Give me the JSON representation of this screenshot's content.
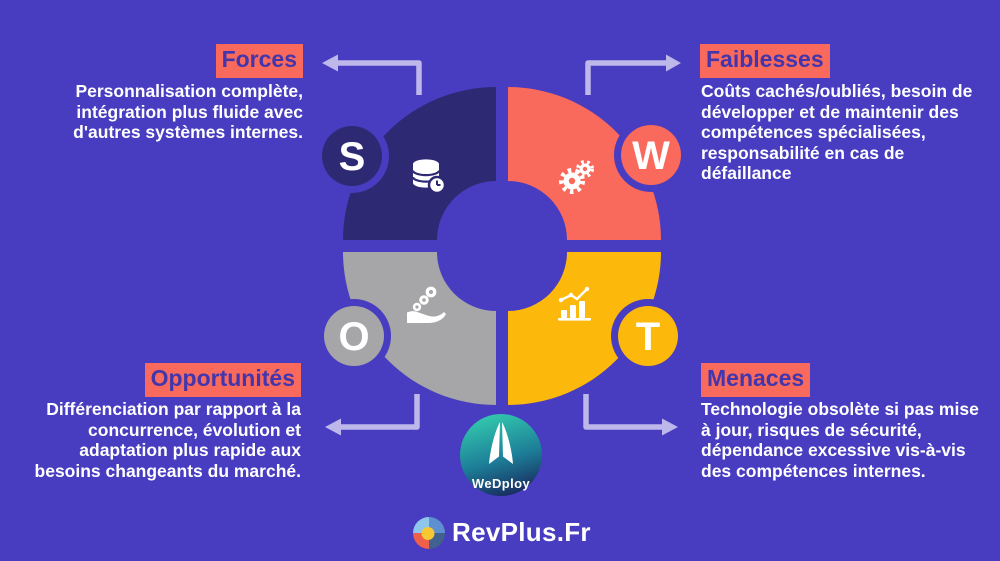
{
  "swot": {
    "s": "S",
    "w": "W",
    "o": "O",
    "t": "T"
  },
  "sections": {
    "forces": {
      "title": "Forces",
      "body": "Personnalisation complète,\nintégration plus fluide avec\nd'autres systèmes internes."
    },
    "faiblesses": {
      "title": "Faiblesses",
      "body": "Coûts cachés/oubliés, besoin de\ndévelopper et de maintenir des\ncompétences spécialisées,\nresponsabilité en cas de\ndéfaillance"
    },
    "opportunites": {
      "title": "Opportunités",
      "body": "Différenciation par rapport à la\nconcurrence, évolution et\nadaptation plus rapide aux\nbesoins changeants du marché."
    },
    "menaces": {
      "title": "Menaces",
      "body": "Technologie obsolète si pas mise\nà jour, risques de sécurité,\ndépendance excessive vis-à-vis\ndes compétences internes."
    }
  },
  "footer": {
    "wedploy_label": "WeDploy",
    "revplus_label": "RevPlus.Fr"
  },
  "icons": {
    "strengths": "database-clock-icon",
    "weaknesses": "gears-icon",
    "opportunities": "hand-coins-icon",
    "threats": "growth-chart-icon"
  },
  "colors": {
    "background": "#483cc0",
    "strengths": "#2d2a73",
    "weaknesses": "#f9695c",
    "opportunities": "#a6a5a7",
    "threats": "#fdb80c",
    "arrow": "#bdb7ea",
    "label_background": "#f9695c",
    "label_text": "#4336ad",
    "body_text": "#ffffff"
  }
}
